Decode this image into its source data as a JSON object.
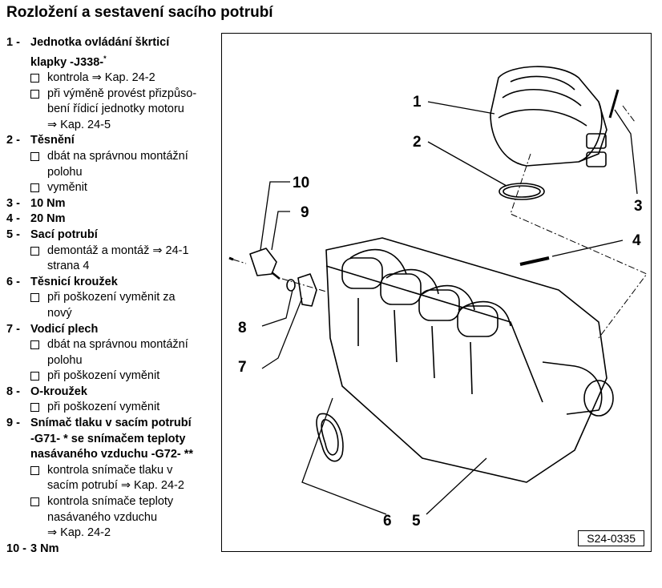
{
  "title": "Rozložení a sestavení sacího potrubí",
  "items": [
    {
      "num": "1 -",
      "lines": [
        "Jednotka ovládání škrticí",
        "klapky -J338-"
      ],
      "sup": "*",
      "subs": [
        {
          "lines": [
            "kontrola ⇒ Kap. 24-2"
          ]
        },
        {
          "lines": [
            "při výměně provést přizpůso-",
            "bení řídicí jednotky motoru",
            "⇒ Kap. 24-5"
          ]
        }
      ]
    },
    {
      "num": "2 -",
      "lines": [
        "Těsnění"
      ],
      "subs": [
        {
          "lines": [
            "dbát na správnou montážní",
            "polohu"
          ]
        },
        {
          "lines": [
            "vyměnit"
          ]
        }
      ]
    },
    {
      "num": "3 -",
      "lines": [
        "10 Nm"
      ],
      "subs": []
    },
    {
      "num": "4 -",
      "lines": [
        "20 Nm"
      ],
      "subs": []
    },
    {
      "num": "5 -",
      "lines": [
        "Sací potrubí"
      ],
      "subs": [
        {
          "lines": [
            "demontáž a montáž ⇒ 24-1",
            "strana 4"
          ]
        }
      ]
    },
    {
      "num": "6 -",
      "lines": [
        "Těsnicí kroužek"
      ],
      "subs": [
        {
          "lines": [
            "při poškození vyměnit za",
            "nový"
          ]
        }
      ]
    },
    {
      "num": "7 -",
      "lines": [
        "Vodicí plech"
      ],
      "subs": [
        {
          "lines": [
            "dbát na správnou montážní",
            "polohu"
          ]
        },
        {
          "lines": [
            "při poškození vyměnit"
          ]
        }
      ]
    },
    {
      "num": "8 -",
      "lines": [
        "O-kroužek"
      ],
      "subs": [
        {
          "lines": [
            "při poškození vyměnit"
          ]
        }
      ]
    },
    {
      "num": "9 -",
      "lines": [
        "Snímač tlaku v sacím potrubí",
        "-G71- * se snímačem teploty",
        "nasávaného vzduchu -G72- **"
      ],
      "subs": [
        {
          "lines": [
            "kontrola snímače tlaku v",
            "sacím potrubí ⇒ Kap. 24-2"
          ]
        },
        {
          "lines": [
            "kontrola snímače teploty",
            "nasávaného vzduchu",
            "⇒ Kap. 24-2"
          ]
        }
      ]
    },
    {
      "num": "10 -",
      "lines": [
        "3 Nm"
      ],
      "subs": []
    }
  ],
  "figure": {
    "id": "S24-0335",
    "callouts": [
      "1",
      "2",
      "3",
      "4",
      "5",
      "6",
      "7",
      "8",
      "9",
      "10"
    ]
  }
}
